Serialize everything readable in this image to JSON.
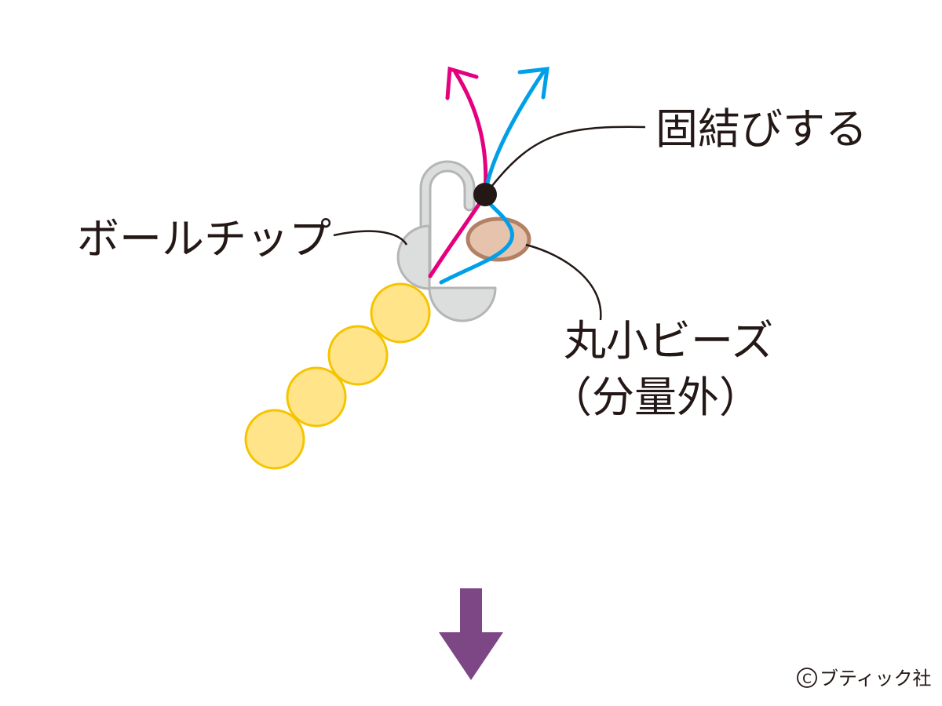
{
  "labels": {
    "knot": "固結びする",
    "ball_tip": "ボールチップ",
    "bead_line1": "丸小ビーズ",
    "bead_line2": "（分量外）",
    "copyright_mark": "C",
    "copyright": "ブティック社"
  },
  "colors": {
    "magenta_thread": "#e4007f",
    "cyan_thread": "#00a0e9",
    "knot": "#231815",
    "ball_tip_fill": "#dcdddd",
    "ball_tip_stroke": "#b5b5b6",
    "small_bead_fill": "#e5c3ad",
    "small_bead_stroke": "#b28165",
    "pearl_fill": "#ffe48a",
    "pearl_stroke": "#f5c400",
    "arrow": "#7d4785",
    "leader_line": "#231815"
  },
  "icons": {
    "down_arrow": "down-arrow-icon",
    "copyright": "copyright-icon"
  }
}
